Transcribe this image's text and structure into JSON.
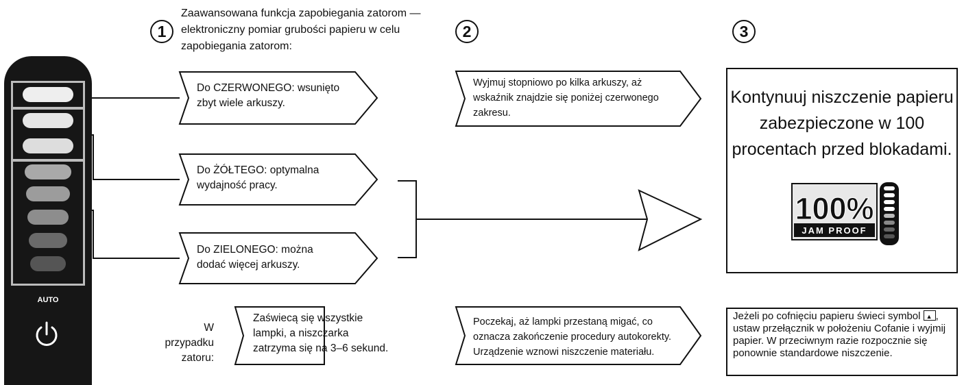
{
  "steps": [
    {
      "number": "1",
      "heading": "Zaawansowana funkcja zapobiegania zatorom — elektroniczny pomiar grubości papieru w celu zapobiegania zatorom:"
    },
    {
      "number": "2"
    },
    {
      "number": "3"
    }
  ],
  "callouts": {
    "red": "Do CZERWONEGO: wsunięto zbyt wiele arkuszy.",
    "yellow": "Do ŻÓŁTEGO: optymalna wydajność pracy.",
    "green": "Do ZIELONEGO: można dodać więcej arkuszy.",
    "remove": "Wyjmuj stopniowo po kilka arkuszy, aż wskaźnik znajdzie się poniżej czerwonego zakresu.",
    "jam_condition": "Zaświecą się wszystkie lampki, a niszczarka zatrzyma się na 3–6 sekund.",
    "wait": "Poczekaj, aż lampki przestaną migać, co oznacza zakończenie procedury autokorekty. Urządzenie wznowi niszczenie materiału."
  },
  "jam_label": "W przypadku zatoru:",
  "panel": {
    "auto_label": "AUTO",
    "power_icon": "power-icon",
    "led_colors": [
      "#eeeeee",
      "#e6e6e6",
      "#dddddd",
      "#a9a9a9",
      "#9c9c9c",
      "#8d8d8d",
      "#6a6a6a",
      "#555555"
    ]
  },
  "result": {
    "text": "Kontynuuj niszczenie papieru zabezpieczone w 100 procentach przed blokadami.",
    "badge_big": "100%",
    "badge_small": "JAM PROOF"
  },
  "note": {
    "before_symbol": "Jeżeli po cofnięciu papieru świeci symbol",
    "symbol_icon": "reverse-symbol-icon",
    "after_symbol": ", ustaw przełącznik w położeniu Cofanie i wyjmij papier. W przeciwnym razie rozpocznie się ponownie standardowe niszczenie."
  }
}
